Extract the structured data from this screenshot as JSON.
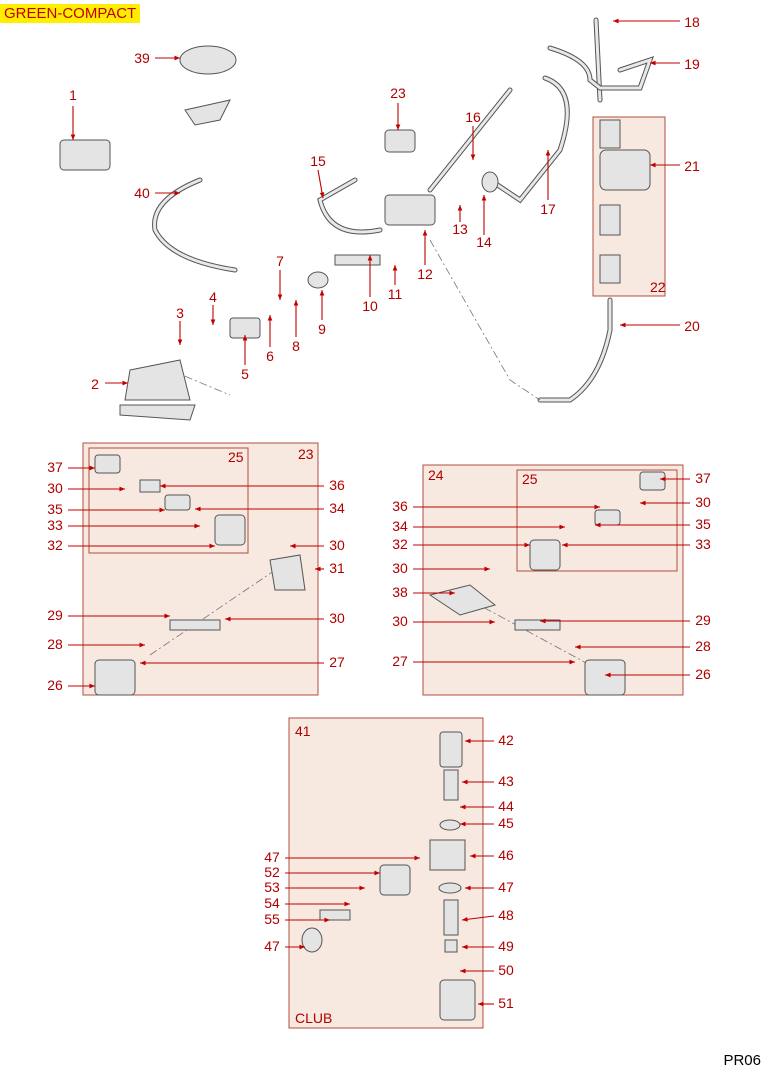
{
  "header": {
    "title": "GREEN-COMPACT"
  },
  "footer": {
    "page_code": "PR06"
  },
  "colors": {
    "callout": "#c00000",
    "badge_bg": "#ffee00",
    "box_fill": "#f7e8e0"
  },
  "box_labels": {
    "box22": "22",
    "box23": "23",
    "box23_inner": "25",
    "box24": "24",
    "box24_inner": "25",
    "box41": "41",
    "box41_name": "CLUB"
  },
  "callouts": [
    "1",
    "39",
    "40",
    "23",
    "16",
    "15",
    "17",
    "18",
    "19",
    "21",
    "20",
    "14",
    "13",
    "12",
    "11",
    "10",
    "9",
    "8",
    "7",
    "6",
    "5",
    "4",
    "3",
    "2",
    "37",
    "30",
    "35",
    "33",
    "32",
    "36",
    "34",
    "30",
    "31",
    "29",
    "30",
    "28",
    "27",
    "26",
    "37",
    "30",
    "36",
    "35",
    "34",
    "33",
    "32",
    "30",
    "38",
    "30",
    "29",
    "28",
    "27",
    "26",
    "42",
    "43",
    "44",
    "45",
    "46",
    "47",
    "48",
    "49",
    "50",
    "51",
    "47",
    "52",
    "53",
    "54",
    "55",
    "47"
  ]
}
